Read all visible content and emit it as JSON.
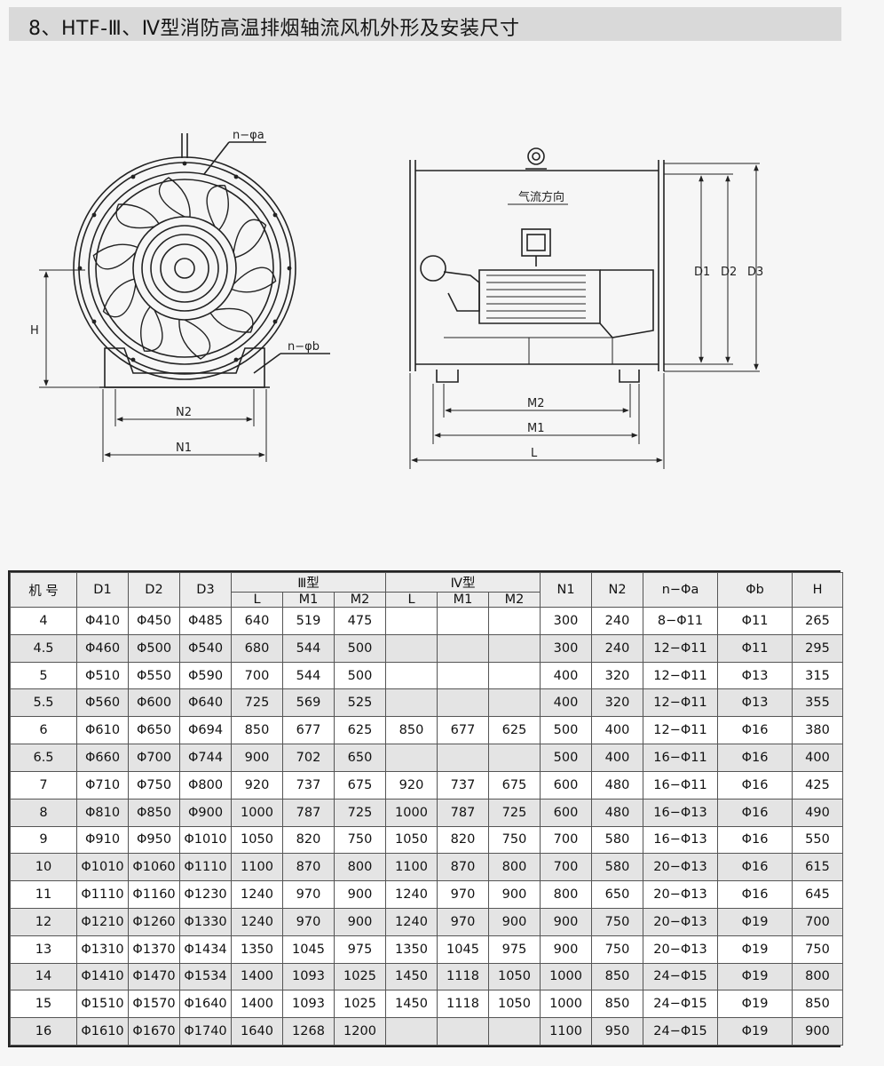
{
  "title": "8、HTF-Ⅲ、Ⅳ型消防高温排烟轴流风机外形及安装尺寸",
  "drawing_labels": {
    "n_phi_a": "n−φa",
    "n_phi_b": "n−φb",
    "h": "H",
    "n2": "N2",
    "n1": "N1",
    "airflow": "气流方向",
    "d1": "D1",
    "d2": "D2",
    "d3": "D3",
    "m2": "M2",
    "m1": "M1",
    "l": "L"
  },
  "table": {
    "header_top": {
      "model": "机 号",
      "d1": "D1",
      "d2": "D2",
      "d3": "D3",
      "type3": "Ⅲ型",
      "type4": "Ⅳ型",
      "n1": "N1",
      "n2": "N2",
      "n_phi_a": "n−Φa",
      "phi_b": "Φb",
      "h": "H"
    },
    "header_sub": [
      "L",
      "M1",
      "M2",
      "L",
      "M1",
      "M2"
    ],
    "rows": [
      [
        "4",
        "Φ410",
        "Φ450",
        "Φ485",
        "640",
        "519",
        "475",
        "",
        "",
        "",
        "300",
        "240",
        "8−Φ11",
        "Φ11",
        "265"
      ],
      [
        "4.5",
        "Φ460",
        "Φ500",
        "Φ540",
        "680",
        "544",
        "500",
        "",
        "",
        "",
        "300",
        "240",
        "12−Φ11",
        "Φ11",
        "295"
      ],
      [
        "5",
        "Φ510",
        "Φ550",
        "Φ590",
        "700",
        "544",
        "500",
        "",
        "",
        "",
        "400",
        "320",
        "12−Φ11",
        "Φ13",
        "315"
      ],
      [
        "5.5",
        "Φ560",
        "Φ600",
        "Φ640",
        "725",
        "569",
        "525",
        "",
        "",
        "",
        "400",
        "320",
        "12−Φ11",
        "Φ13",
        "355"
      ],
      [
        "6",
        "Φ610",
        "Φ650",
        "Φ694",
        "850",
        "677",
        "625",
        "850",
        "677",
        "625",
        "500",
        "400",
        "12−Φ11",
        "Φ16",
        "380"
      ],
      [
        "6.5",
        "Φ660",
        "Φ700",
        "Φ744",
        "900",
        "702",
        "650",
        "",
        "",
        "",
        "500",
        "400",
        "16−Φ11",
        "Φ16",
        "400"
      ],
      [
        "7",
        "Φ710",
        "Φ750",
        "Φ800",
        "920",
        "737",
        "675",
        "920",
        "737",
        "675",
        "600",
        "480",
        "16−Φ11",
        "Φ16",
        "425"
      ],
      [
        "8",
        "Φ810",
        "Φ850",
        "Φ900",
        "1000",
        "787",
        "725",
        "1000",
        "787",
        "725",
        "600",
        "480",
        "16−Φ13",
        "Φ16",
        "490"
      ],
      [
        "9",
        "Φ910",
        "Φ950",
        "Φ1010",
        "1050",
        "820",
        "750",
        "1050",
        "820",
        "750",
        "700",
        "580",
        "16−Φ13",
        "Φ16",
        "550"
      ],
      [
        "10",
        "Φ1010",
        "Φ1060",
        "Φ1110",
        "1100",
        "870",
        "800",
        "1100",
        "870",
        "800",
        "700",
        "580",
        "20−Φ13",
        "Φ16",
        "615"
      ],
      [
        "11",
        "Φ1110",
        "Φ1160",
        "Φ1230",
        "1240",
        "970",
        "900",
        "1240",
        "970",
        "900",
        "800",
        "650",
        "20−Φ13",
        "Φ16",
        "645"
      ],
      [
        "12",
        "Φ1210",
        "Φ1260",
        "Φ1330",
        "1240",
        "970",
        "900",
        "1240",
        "970",
        "900",
        "900",
        "750",
        "20−Φ13",
        "Φ19",
        "700"
      ],
      [
        "13",
        "Φ1310",
        "Φ1370",
        "Φ1434",
        "1350",
        "1045",
        "975",
        "1350",
        "1045",
        "975",
        "900",
        "750",
        "20−Φ13",
        "Φ19",
        "750"
      ],
      [
        "14",
        "Φ1410",
        "Φ1470",
        "Φ1534",
        "1400",
        "1093",
        "1025",
        "1450",
        "1118",
        "1050",
        "1000",
        "850",
        "24−Φ15",
        "Φ19",
        "800"
      ],
      [
        "15",
        "Φ1510",
        "Φ1570",
        "Φ1640",
        "1400",
        "1093",
        "1025",
        "1450",
        "1118",
        "1050",
        "1000",
        "850",
        "24−Φ15",
        "Φ19",
        "850"
      ],
      [
        "16",
        "Φ1610",
        "Φ1670",
        "Φ1740",
        "1640",
        "1268",
        "1200",
        "",
        "",
        "",
        "1100",
        "950",
        "24−Φ15",
        "Φ19",
        "900"
      ]
    ]
  }
}
